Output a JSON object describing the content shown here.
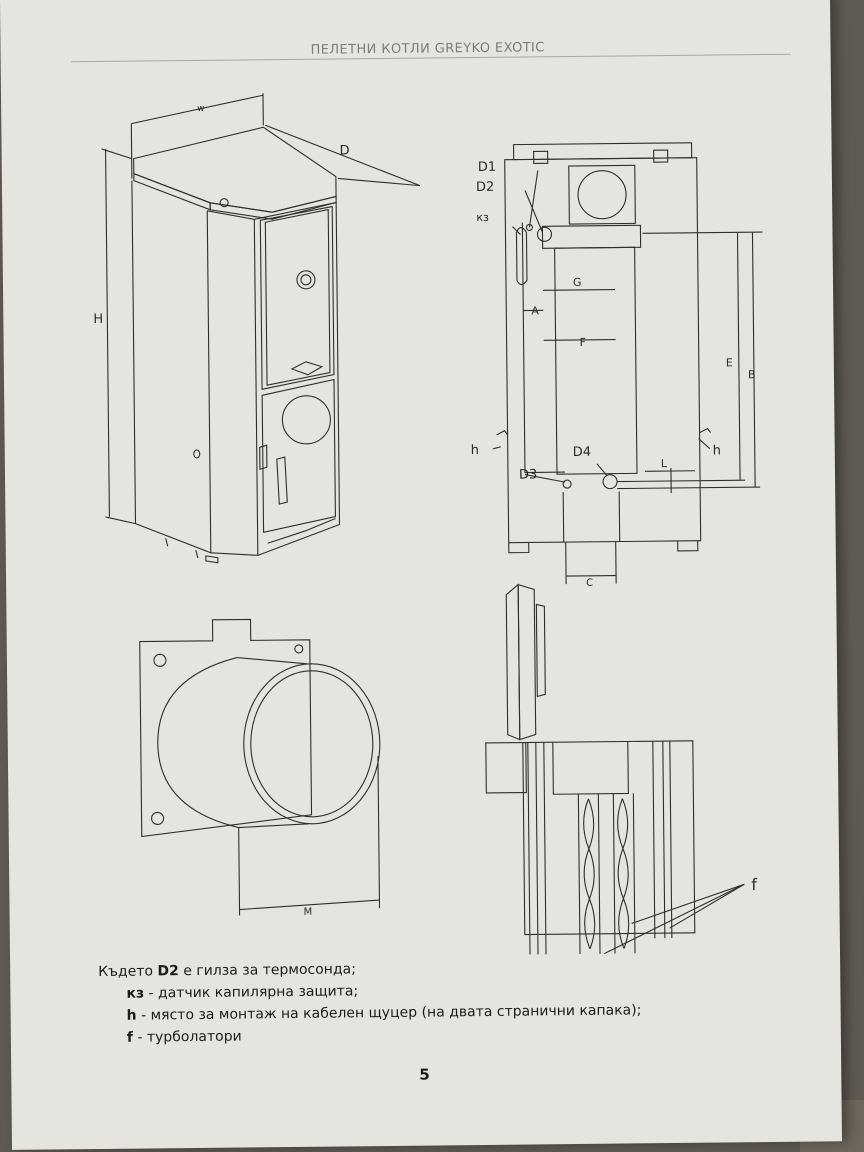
{
  "header": {
    "title": "ПЕЛЕТНИ КОТЛИ GREYKO EXOTIC"
  },
  "labels": {
    "w": "w",
    "D": "D",
    "H": "H",
    "D1": "D1",
    "D2": "D2",
    "kz": "кз",
    "G": "G",
    "A": "A",
    "F": "F",
    "E": "E",
    "B": "B",
    "h_left": "h",
    "h_right": "h",
    "D3": "D3",
    "D4": "D4",
    "L": "L",
    "C": "C",
    "M": "M",
    "f": "f"
  },
  "legend": {
    "intro_prefix": "Където ",
    "intro_key": "D2",
    "intro_text": " е гилза за термосонда;",
    "items": [
      {
        "key": "кз",
        "text": " - датчик капилярна защита;"
      },
      {
        "key": "h",
        "text": " - място за монтаж на кабелен щуцер (на двата странични капака);"
      },
      {
        "key": "f",
        "text": " - турболатори"
      }
    ]
  },
  "page_number": "5"
}
